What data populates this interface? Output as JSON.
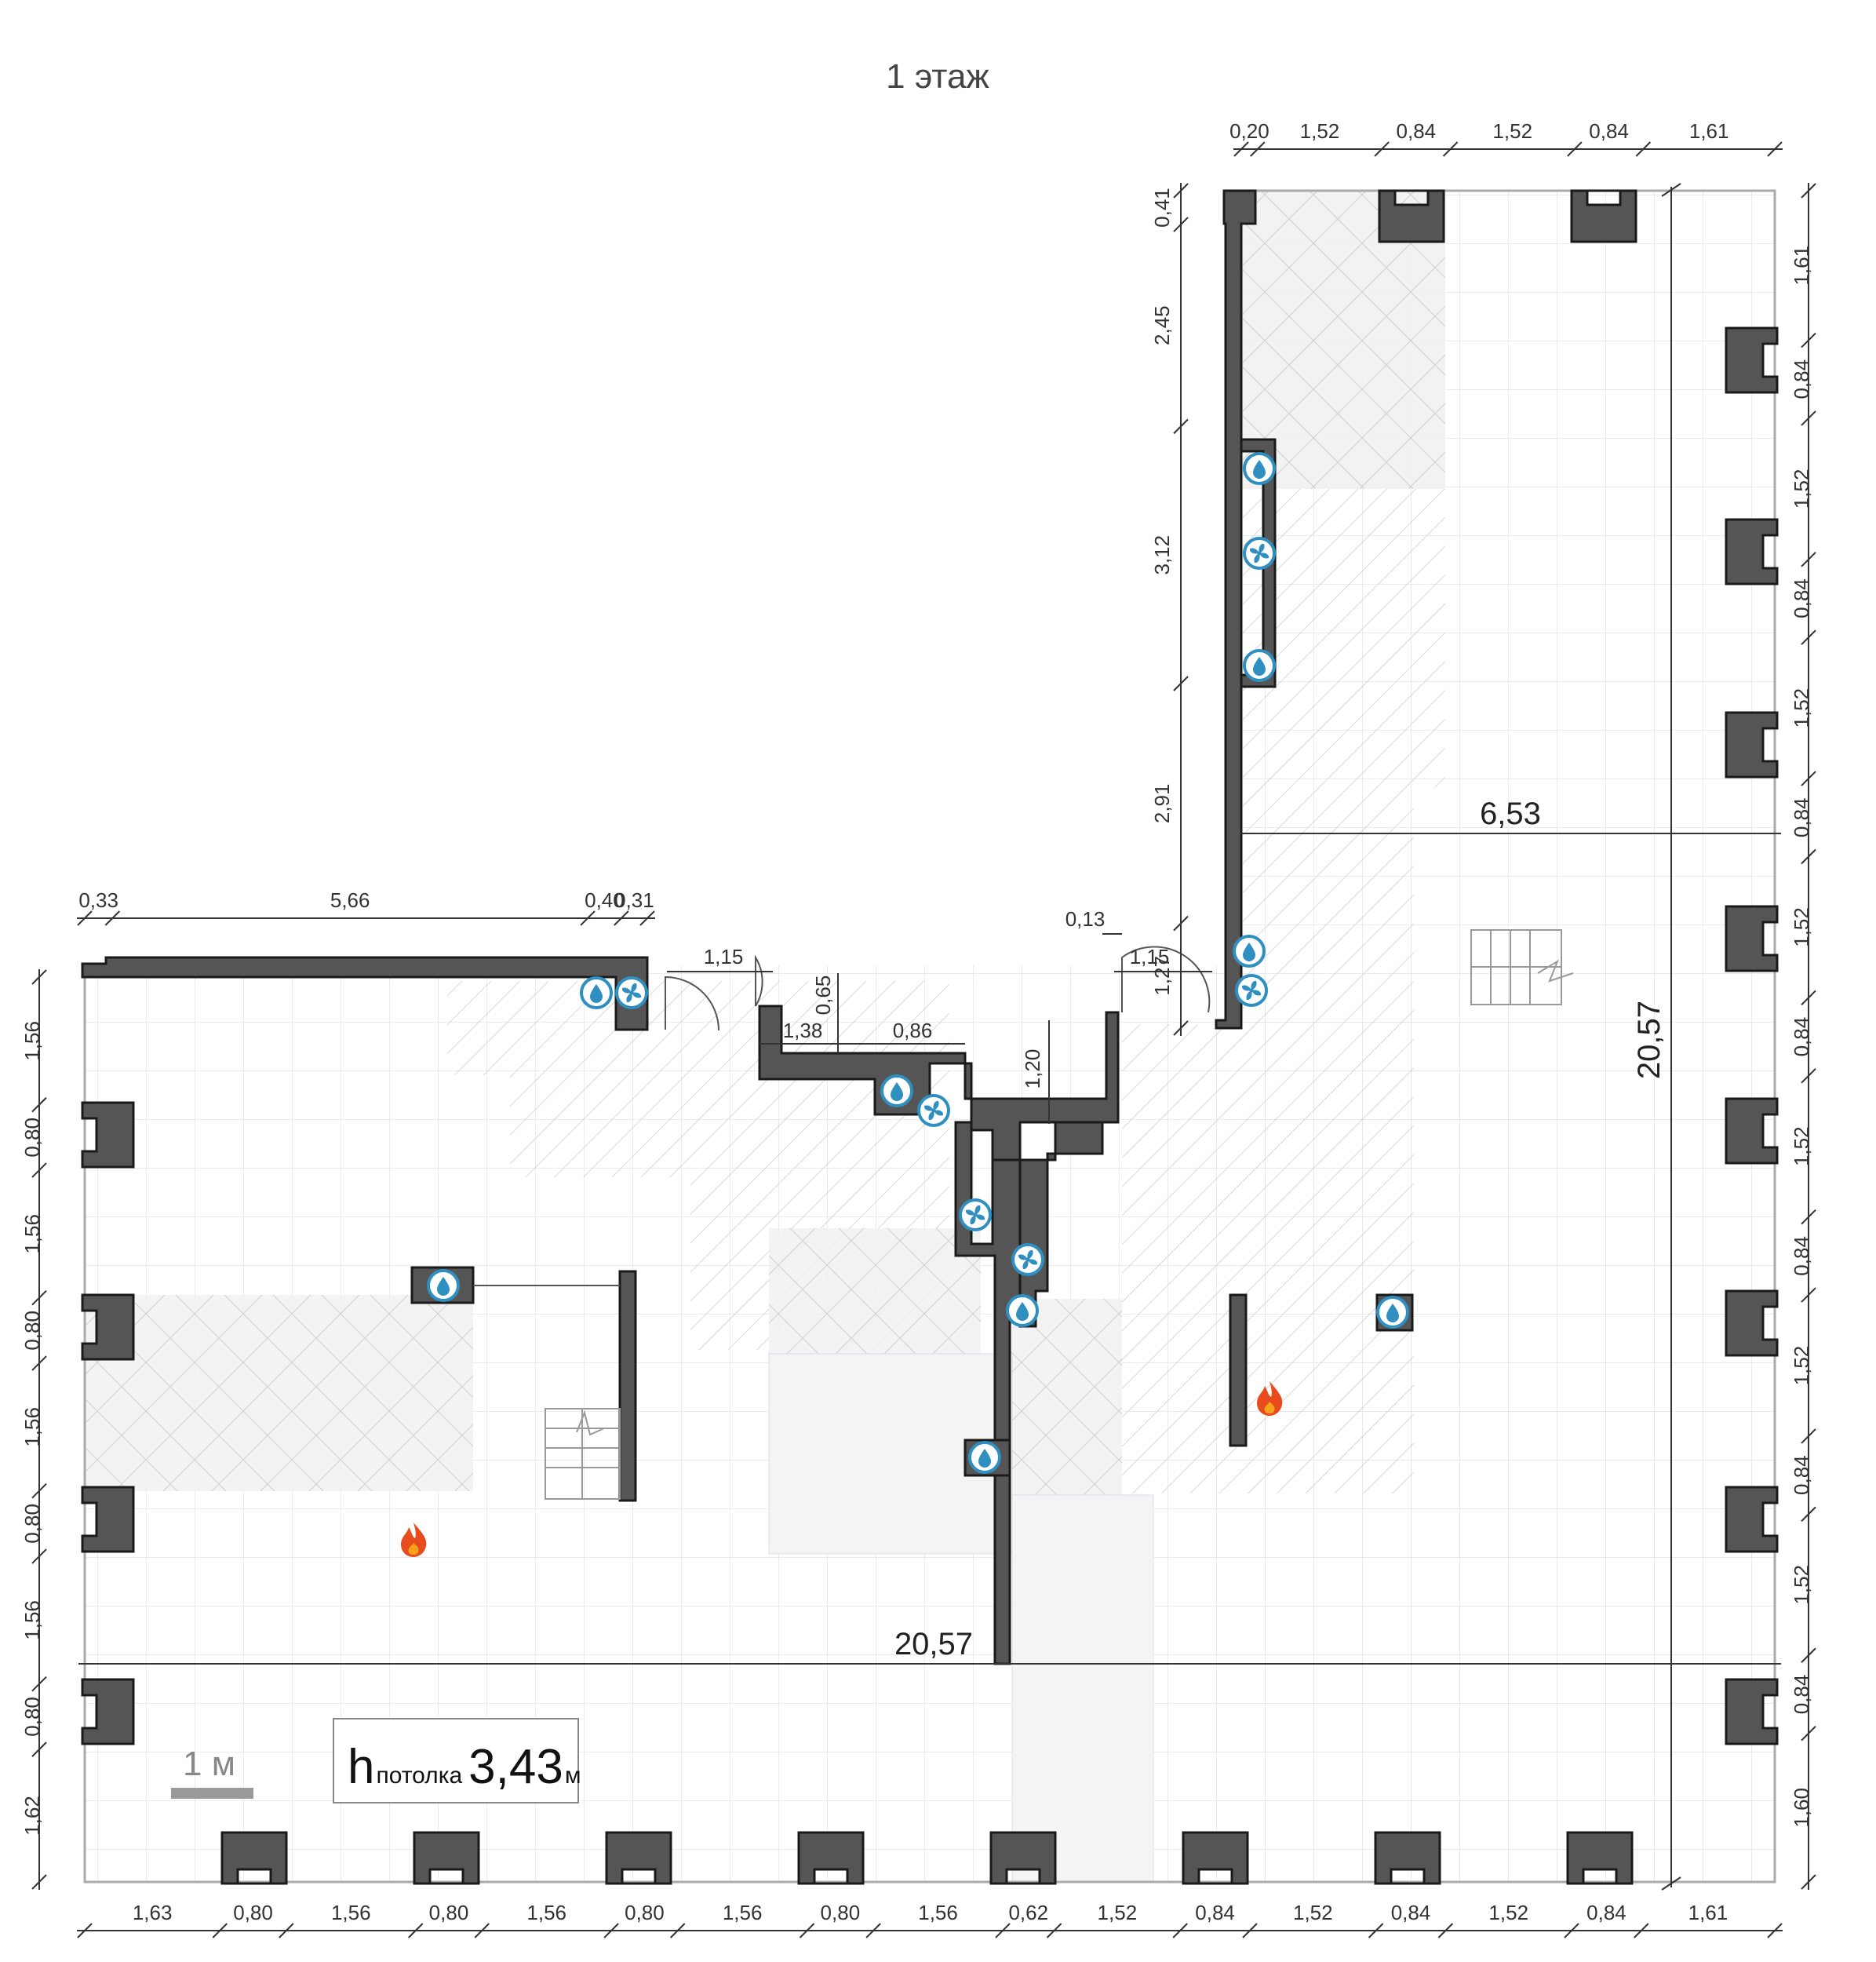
{
  "title": "1 этаж",
  "ceiling": {
    "symbol": "h",
    "subscript": "потолка",
    "value": "3,43",
    "unit": "м"
  },
  "scale_bar": {
    "label": "1 м"
  },
  "overall": {
    "width": "20,57",
    "height": "20,57",
    "inner": "6,53"
  },
  "colors": {
    "wall": "#555555",
    "wall_stroke": "#1a1a1a",
    "grid": "#dfe8ec",
    "hatch_fill": "#f3f3f3",
    "icon": "#2f8fc0",
    "fire": "#e84c1e"
  },
  "dims_bottom": [
    "1,63",
    "0,80",
    "1,56",
    "0,80",
    "1,56",
    "0,80",
    "1,56",
    "0,80",
    "1,56",
    "0,62",
    "1,52",
    "0,84",
    "1,52",
    "0,84",
    "1,52",
    "0,84",
    "1,61"
  ],
  "dims_top_right": [
    "0,20",
    "1,52",
    "0,84",
    "1,52",
    "0,84",
    "1,61"
  ],
  "dims_top_left": [
    "0,33",
    "5,66",
    "0,40",
    "0,31"
  ],
  "dims_left": [
    "1,56",
    "0,80",
    "1,56",
    "0,80",
    "1,56",
    "0,80",
    "1,56",
    "0,80",
    "1,62"
  ],
  "dims_right": [
    "1,61",
    "0,84",
    "1,52",
    "0,84",
    "1,52",
    "0,84",
    "1,52",
    "0,84",
    "1,52",
    "0,84",
    "1,52",
    "0,84",
    "1,52",
    "0,84",
    "1,60"
  ],
  "dims_column": [
    "0,41",
    "2,45",
    "3,12",
    "2,91",
    "1,27"
  ],
  "dims_inner": [
    "1,15",
    "1,15",
    "0,13",
    "0,65",
    "1,38",
    "0,86",
    "1,20"
  ],
  "icons": {
    "water": [
      "water-icon",
      "water-icon",
      "water-icon",
      "water-icon",
      "water-icon",
      "water-icon",
      "water-icon",
      "water-icon",
      "water-icon",
      "water-icon"
    ],
    "fan": [
      "fan-icon",
      "fan-icon",
      "fan-icon",
      "fan-icon",
      "fan-icon",
      "fan-icon"
    ],
    "fire": [
      "fire-icon",
      "fire-icon"
    ]
  }
}
